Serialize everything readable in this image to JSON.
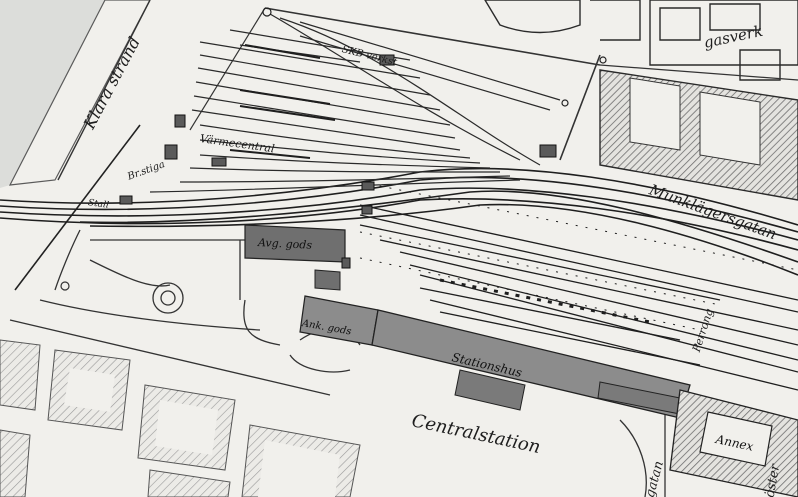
{
  "map": {
    "labels": {
      "klara_strand": "Klara strand",
      "gasverk": "gasverk",
      "skb_verkst": "SKB verkst",
      "varmecentral": "Värmecentral",
      "brstiga": "Br.stiga",
      "stall": "Stall",
      "munklagersgatan": "Munklägersgatan",
      "ank_gods": "Ank. gods",
      "avg_gods": "Avg. gods",
      "stationshus": "Stationshus",
      "centralstation": "Centralstation",
      "perrong": "Perrong",
      "annex": "Annex",
      "gatan": "gatan",
      "oster": "öster"
    },
    "colors": {
      "paper": "#f1f0ec",
      "ink": "#1e1e1e",
      "hatch": "#8a8a8a",
      "station_fill": "#8c8c8c",
      "water_edge": "#c4c6c4"
    }
  }
}
